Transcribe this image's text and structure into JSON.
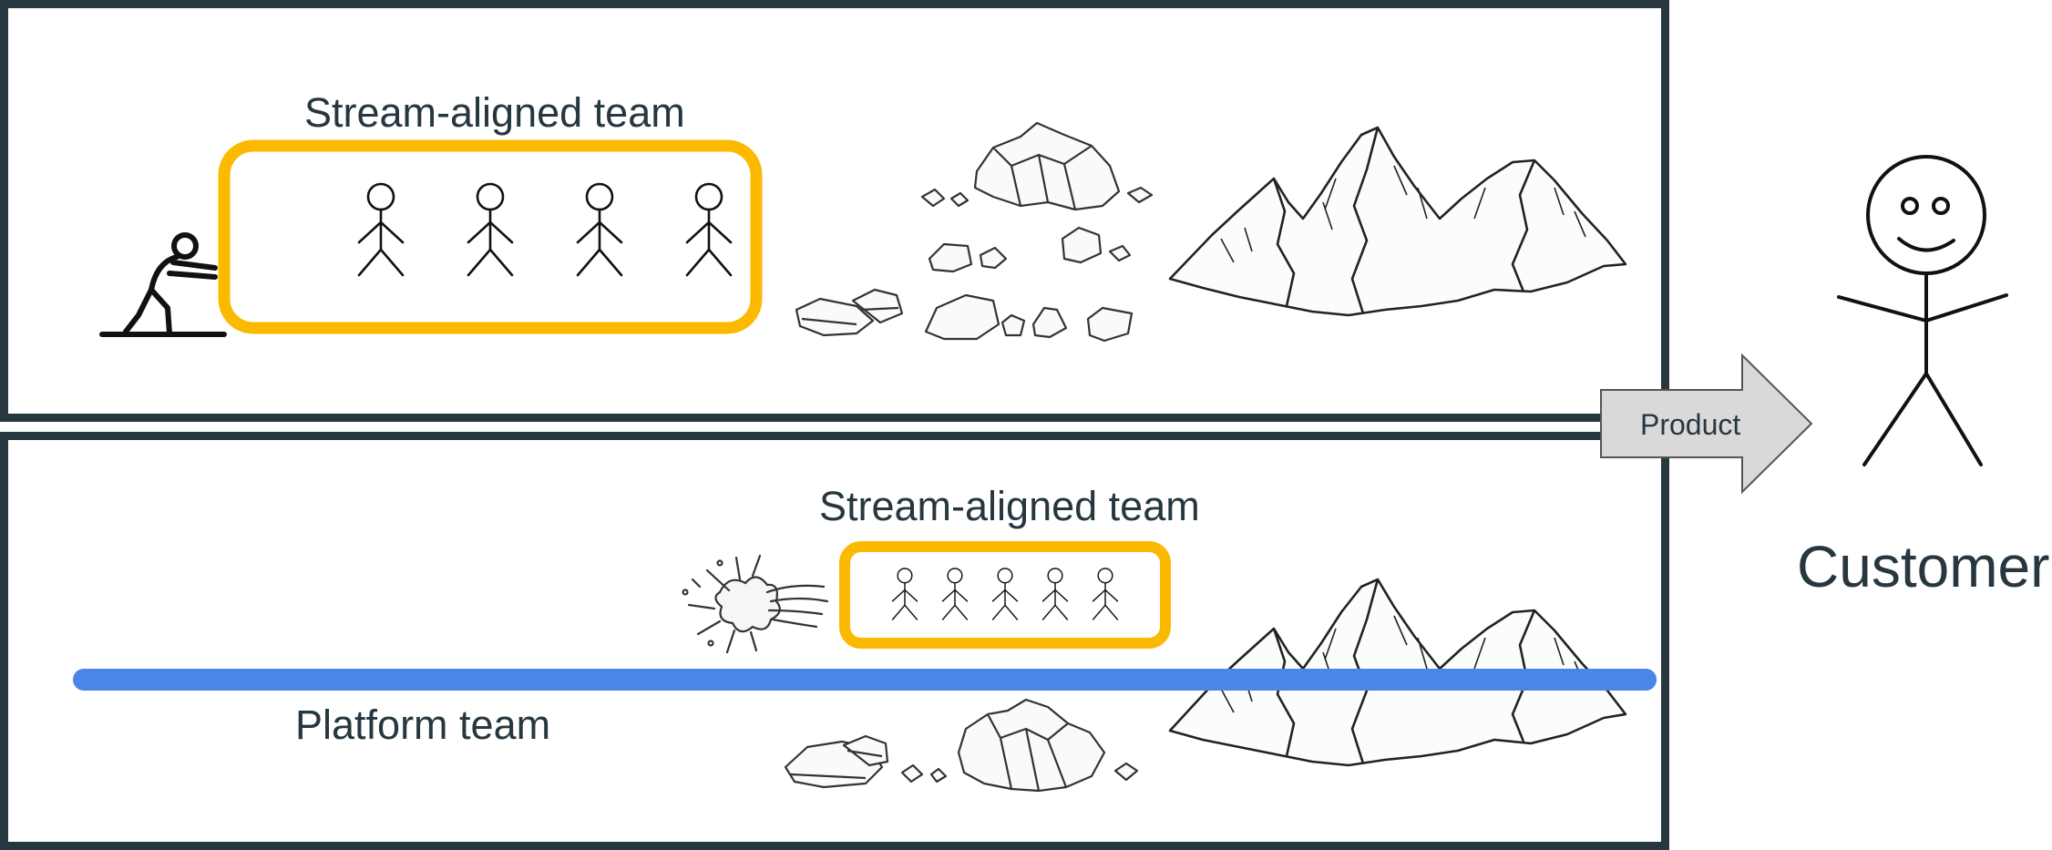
{
  "diagram": {
    "top_panel": {
      "team_label": "Stream-aligned team",
      "team_size": 4
    },
    "bottom_panel": {
      "team_label": "Stream-aligned team",
      "team_size": 5,
      "platform_label": "Platform team"
    },
    "product_arrow_label": "Product",
    "customer_label": "Customer",
    "colors": {
      "panel_border": "#263740",
      "team_box": "#FBBA00",
      "platform_bar": "#4A86E8",
      "arrow_fill": "#D9D9D9",
      "text": "#263740"
    }
  }
}
